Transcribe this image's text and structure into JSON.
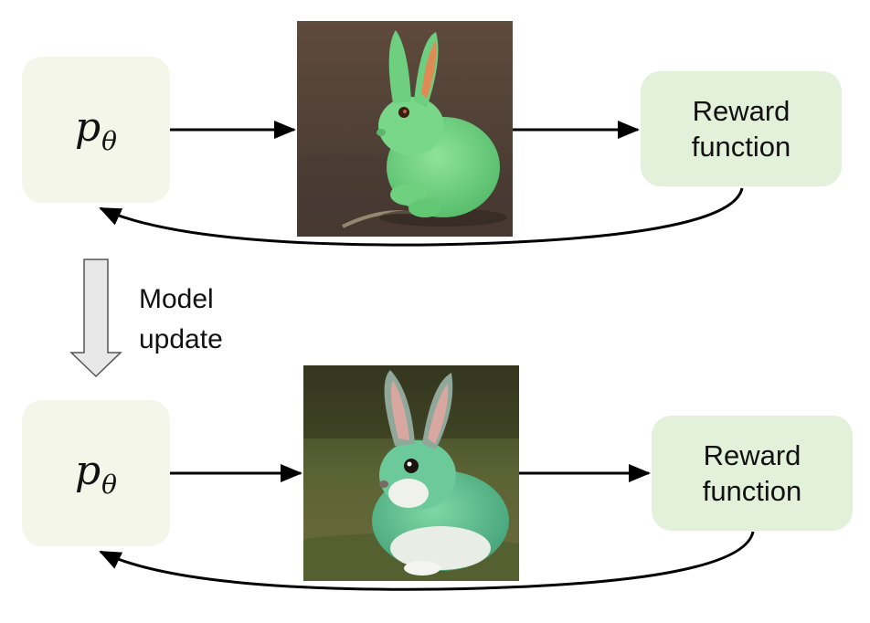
{
  "top_row": {
    "model_symbol": "p",
    "model_subscript": "θ",
    "reward_line1": "Reward",
    "reward_line2": "function"
  },
  "bottom_row": {
    "model_symbol": "p",
    "model_subscript": "θ",
    "reward_line1": "Reward",
    "reward_line2": "function"
  },
  "update": {
    "line1": "Model",
    "line2": "update"
  },
  "colors": {
    "model_box": "#f3f6e8",
    "reward_box": "#e3f0da",
    "arrow": "#000000",
    "update_arrow_fill": "#e8e8e8"
  },
  "icons": {
    "top_image": "green-rabbit-figurine-image",
    "bottom_image": "green-furry-rabbit-image"
  }
}
